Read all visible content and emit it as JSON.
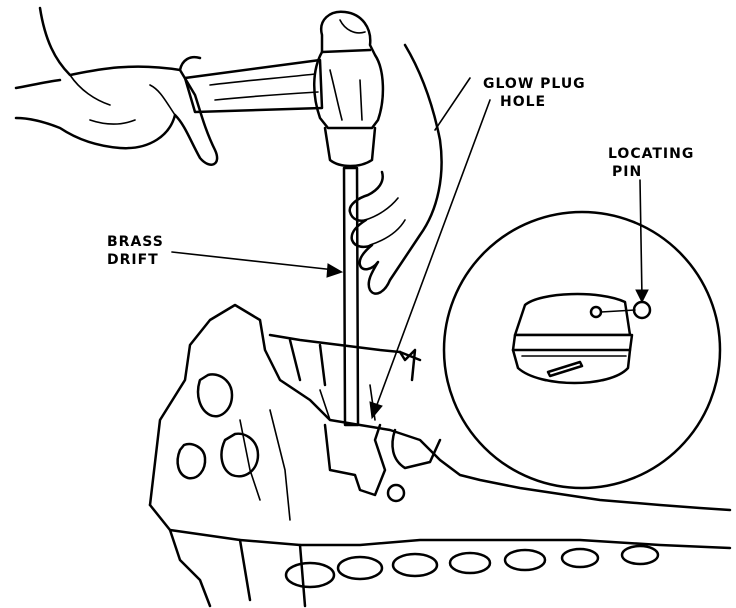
{
  "labels": {
    "glow_plug_line1": "GLOW PLUG",
    "glow_plug_line2": "HOLE",
    "locating_line1": "LOCATING",
    "locating_line2": "PIN",
    "brass_line1": "BRASS",
    "brass_line2": "DRIFT"
  },
  "colors": {
    "ink": "#000000",
    "paper": "#ffffff"
  }
}
